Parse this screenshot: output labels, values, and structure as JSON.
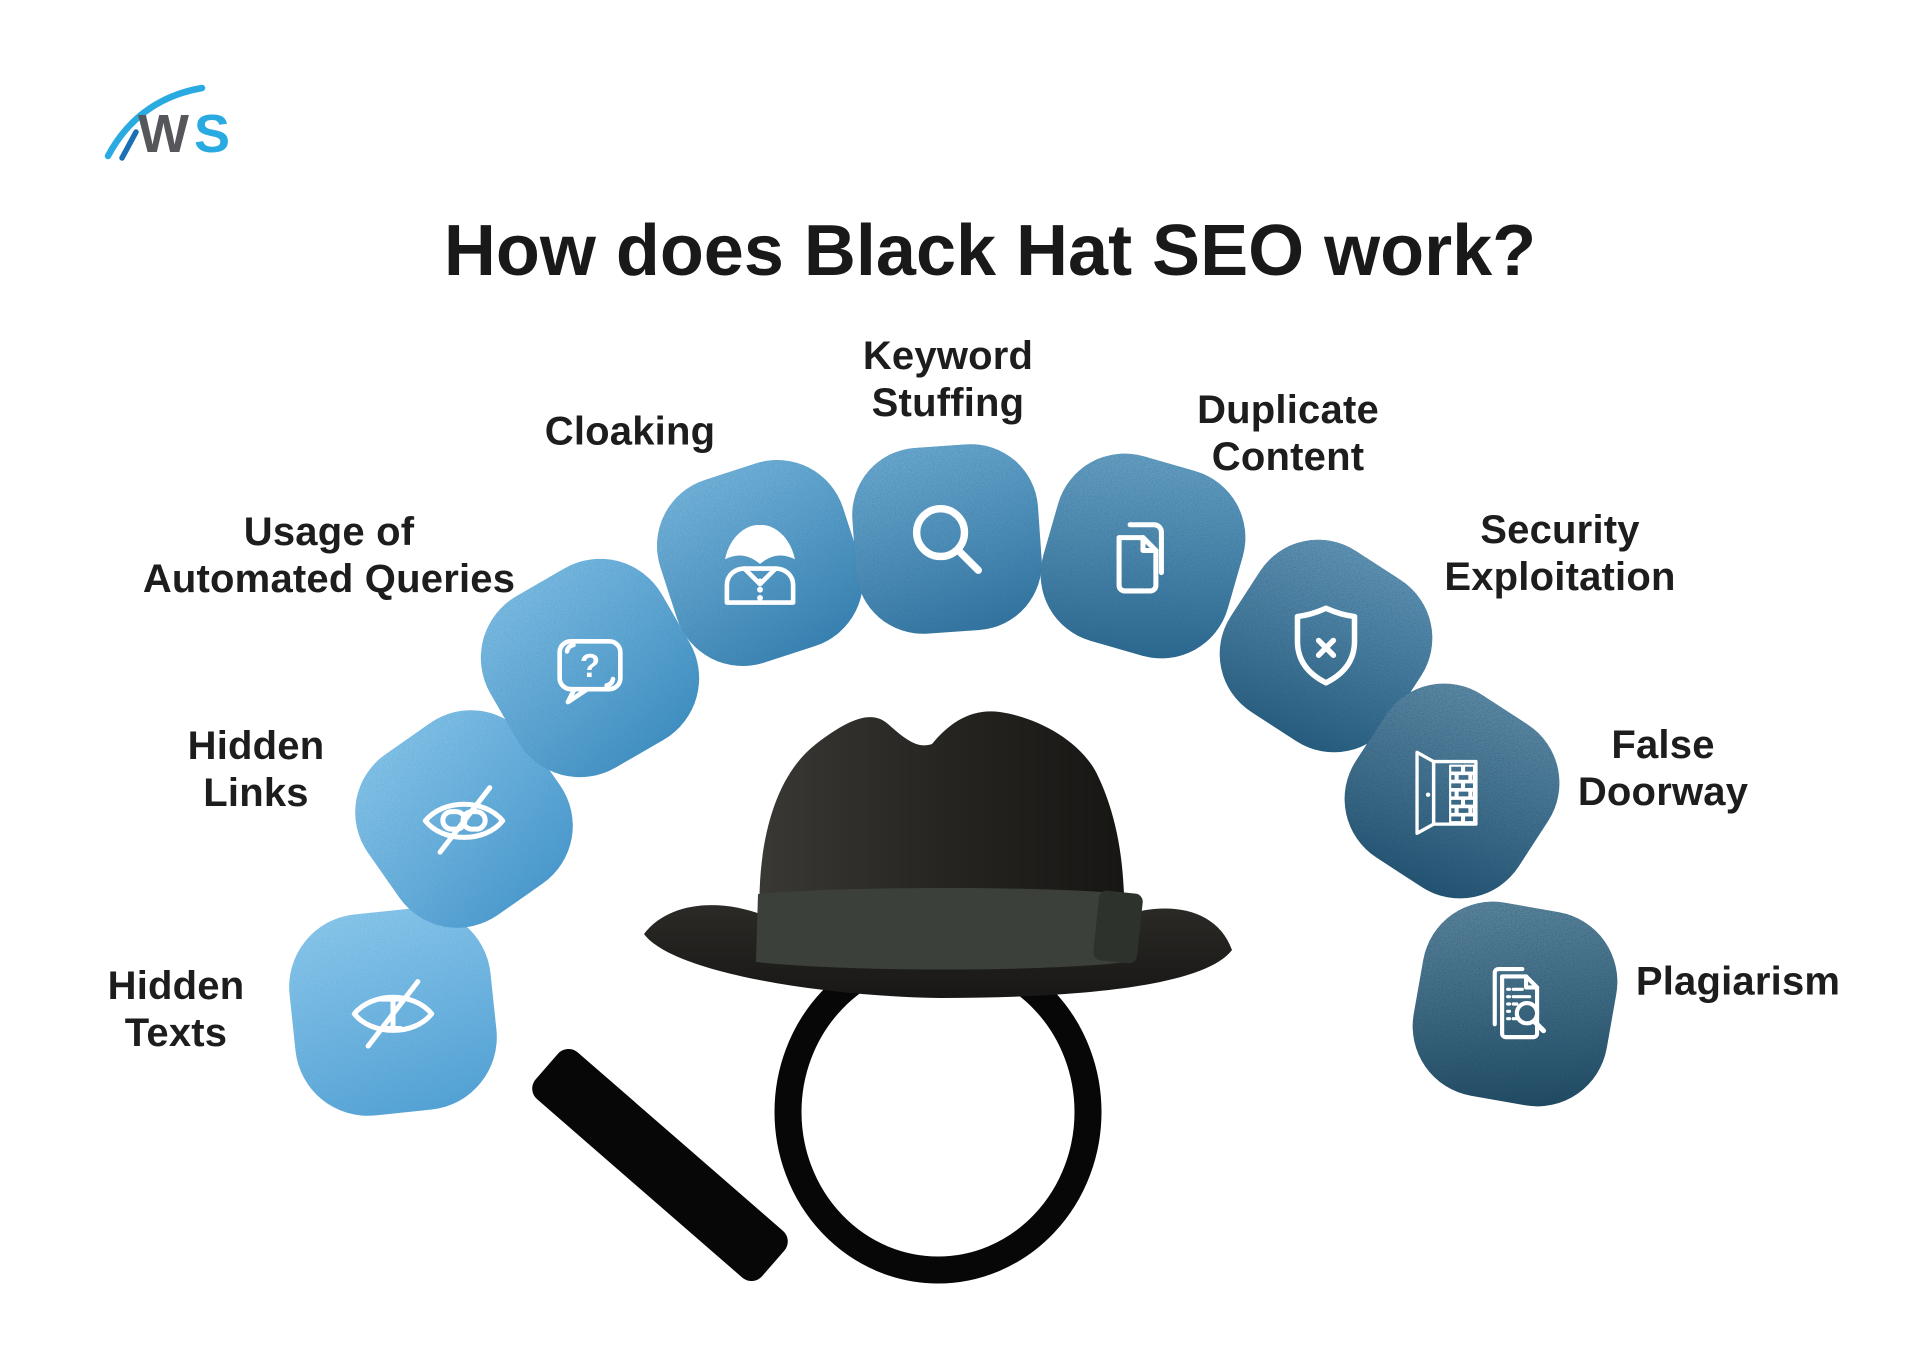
{
  "brand": {
    "letter_w": "W",
    "letter_s": "S",
    "w_color": "#55575a",
    "s_color": "#29abe2",
    "swoosh_color": "#29abe2",
    "swoosh_accent_color": "#1a6fb5"
  },
  "title": {
    "text": "How does Black Hat SEO work?",
    "color": "#191919"
  },
  "illustration": {
    "hat": "black-fedora-hat",
    "magnifier": "magnifying-glass",
    "hat_color": "#232220",
    "band_color": "#3c403a",
    "magnifier_color": "#070707"
  },
  "icon_stroke_color": "#ffffff",
  "background_color": "#ffffff",
  "tiles": [
    {
      "name": "hidden-texts",
      "label": [
        "Hidden",
        "Texts"
      ],
      "icon": "hidden-text-eye-icon",
      "color_top": "#5fb1e2",
      "color_bottom": "#4b9cd1"
    },
    {
      "name": "hidden-links",
      "label": [
        "Hidden",
        "Links"
      ],
      "icon": "hidden-link-eye-icon",
      "color_top": "#56aadc",
      "color_bottom": "#4293c9"
    },
    {
      "name": "usage-of-automated-queries",
      "label": [
        "Usage of",
        "Automated Queries"
      ],
      "icon": "question-bubble-icon",
      "color_top": "#4ba0d4",
      "color_bottom": "#3788bc"
    },
    {
      "name": "cloaking",
      "label": [
        "Cloaking"
      ],
      "icon": "spy-disguise-icon",
      "color_top": "#4195c9",
      "color_bottom": "#2e79aa"
    },
    {
      "name": "keyword-stuffing",
      "label": [
        "Keyword",
        "Stuffing"
      ],
      "icon": "search-magnifier-icon",
      "color_top": "#3587ba",
      "color_bottom": "#286b98"
    },
    {
      "name": "duplicate-content",
      "label": [
        "Duplicate",
        "Content"
      ],
      "icon": "copy-documents-icon",
      "color_top": "#2f7baa",
      "color_bottom": "#215e87"
    },
    {
      "name": "security-exploitation",
      "label": [
        "Security",
        "Exploitation"
      ],
      "icon": "shield-x-icon",
      "color_top": "#296c97",
      "color_bottom": "#1c5376"
    },
    {
      "name": "false-doorway",
      "label": [
        "False",
        "Doorway"
      ],
      "icon": "open-door-brick-icon",
      "color_top": "#235e82",
      "color_bottom": "#194a6a"
    },
    {
      "name": "plagiarism",
      "label": [
        "Plagiarism"
      ],
      "icon": "document-search-icon",
      "color_top": "#205878",
      "color_bottom": "#16415a"
    }
  ]
}
